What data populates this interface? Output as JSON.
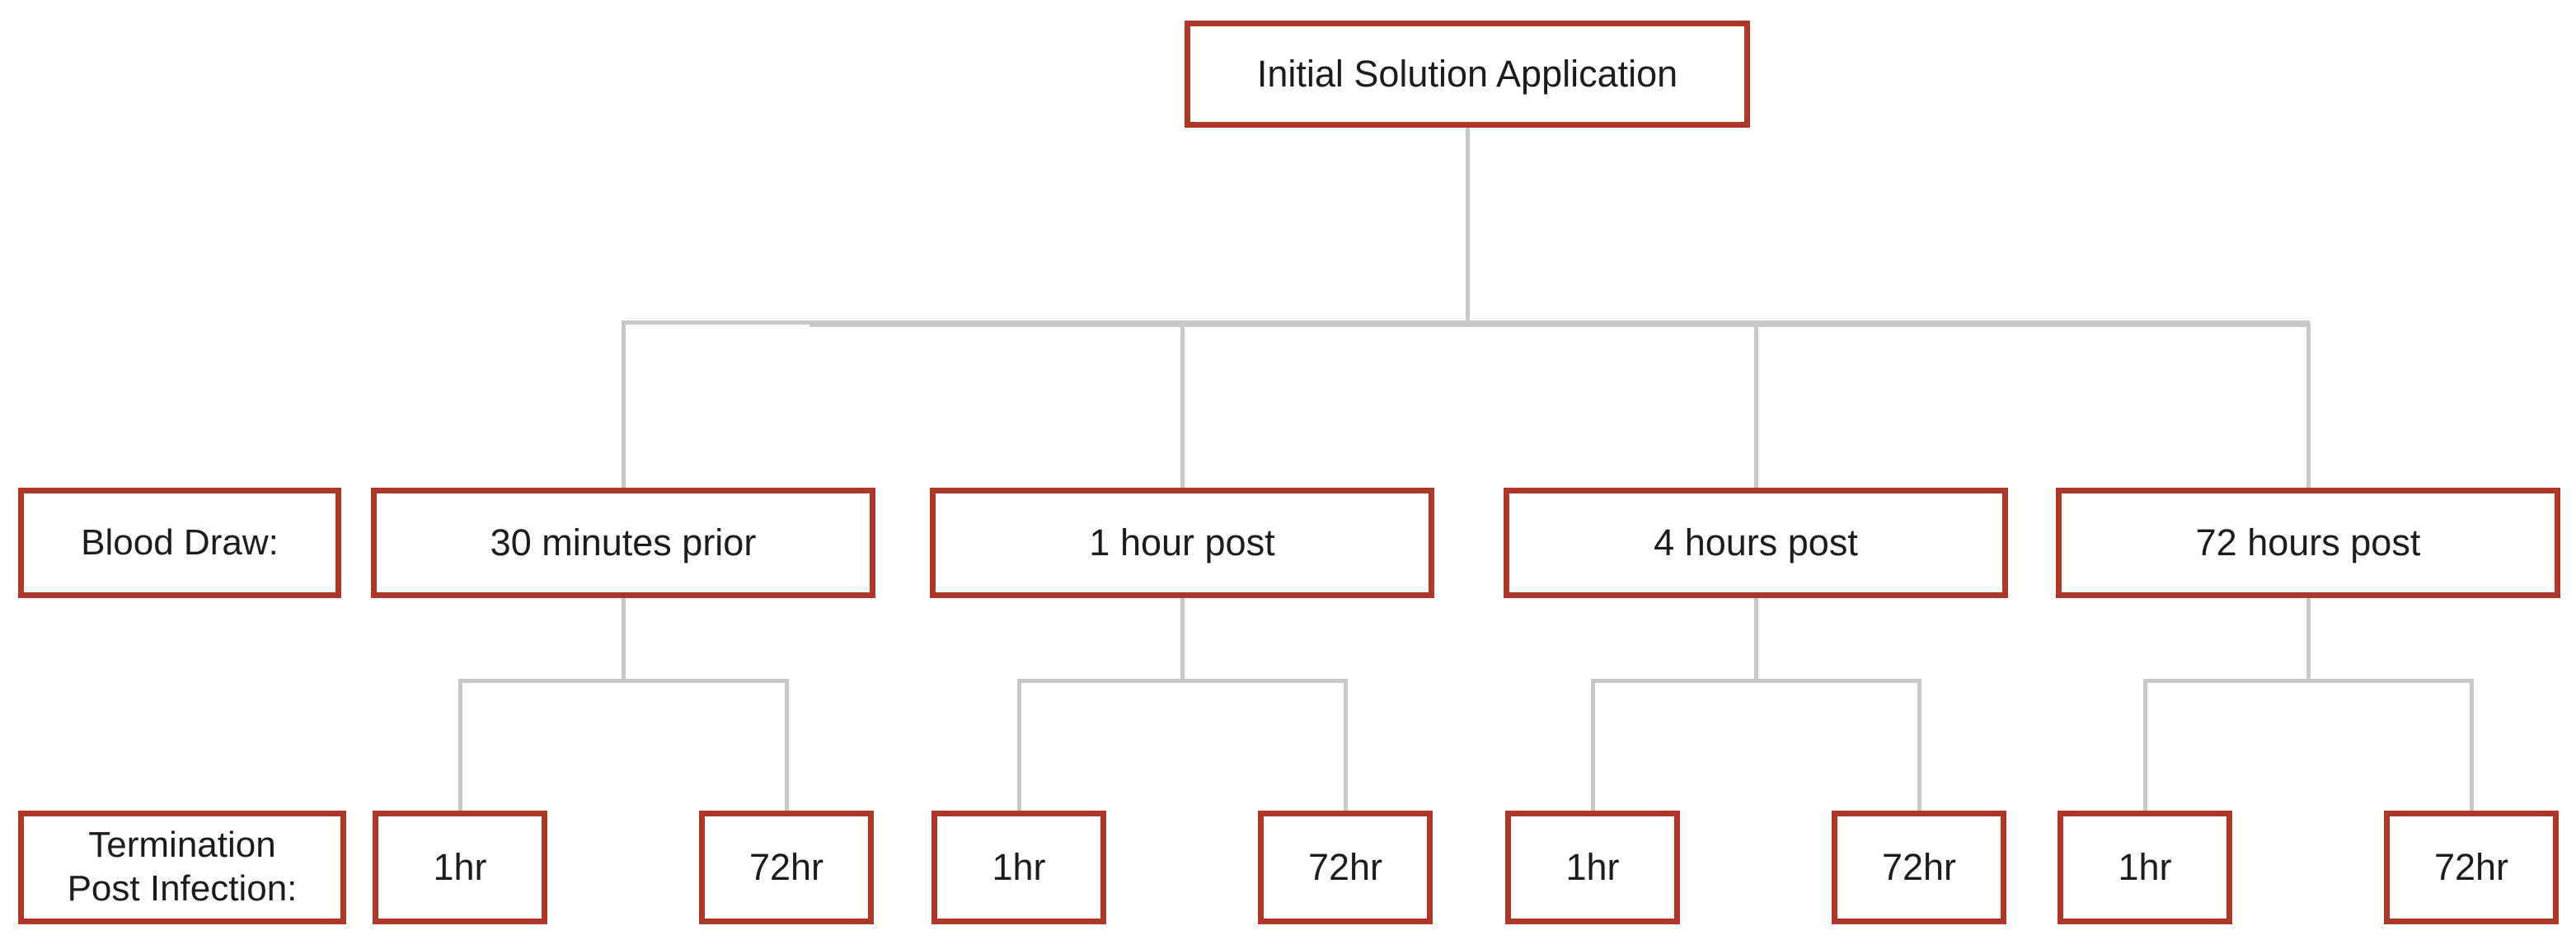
{
  "root": {
    "label": "Initial Solution Application"
  },
  "blood_draw_row": {
    "label": "Blood Draw:"
  },
  "termination_row": {
    "label_line1": "Termination",
    "label_line2": "Post Infection:"
  },
  "groups": [
    {
      "label": "30 minutes prior",
      "children": [
        "1hr",
        "72hr"
      ]
    },
    {
      "label": "1 hour post",
      "children": [
        "1hr",
        "72hr"
      ]
    },
    {
      "label": "4 hours post",
      "children": [
        "1hr",
        "72hr"
      ]
    },
    {
      "label": "72 hours post",
      "children": [
        "1hr",
        "72hr"
      ]
    }
  ],
  "colors": {
    "box_border": "#AE3728",
    "connector": "#C8C8C8",
    "text": "#1C1C1C",
    "background": "#FFFFFF"
  }
}
